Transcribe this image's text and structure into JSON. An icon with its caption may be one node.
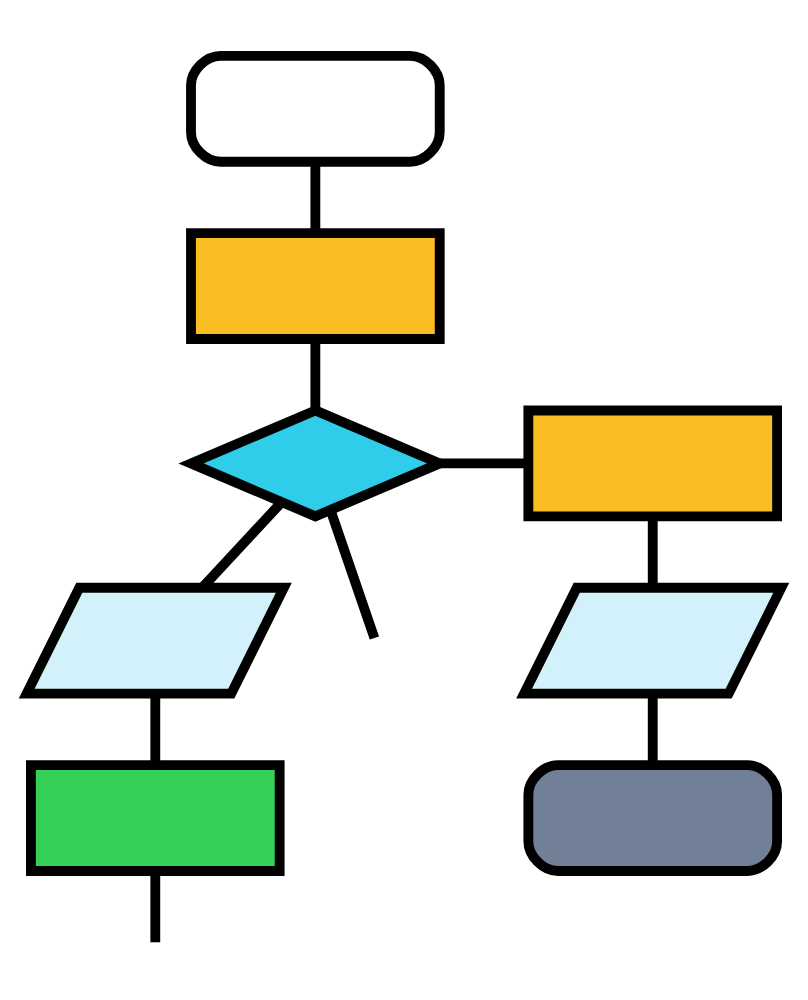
{
  "diagram": {
    "nodes": [
      {
        "text": [],
        "shape": "pill"
      },
      {
        "text": [],
        "shape": "box"
      },
      {
        "text": [],
        "shape": "diamond"
      },
      {
        "text": [],
        "shape": "parallelogram"
      },
      {
        "text": [],
        "shape": "box"
      },
      {
        "text": [],
        "shape": "box"
      },
      {
        "text": [],
        "shape": "parallelogram"
      },
      {
        "text": [],
        "shape": "pill"
      }
    ],
    "edges": [
      {
        "from": 0,
        "to": 1,
        "arrow": "none"
      },
      {
        "from": 1,
        "to": 2,
        "arrow": "none"
      },
      {
        "from": 2,
        "to": 3,
        "arrow": "none"
      },
      {
        "from": 3,
        "to": 4,
        "arrow": "none"
      },
      {
        "from": 2,
        "to": 5,
        "arrow": "none"
      },
      {
        "from": 5,
        "to": 6,
        "arrow": "none"
      },
      {
        "from": 6,
        "to": 7,
        "arrow": "none"
      },
      {
        "from": 2,
        "to": null,
        "arrow": "none"
      },
      {
        "from": 4,
        "to": null,
        "arrow": "none"
      }
    ]
  }
}
